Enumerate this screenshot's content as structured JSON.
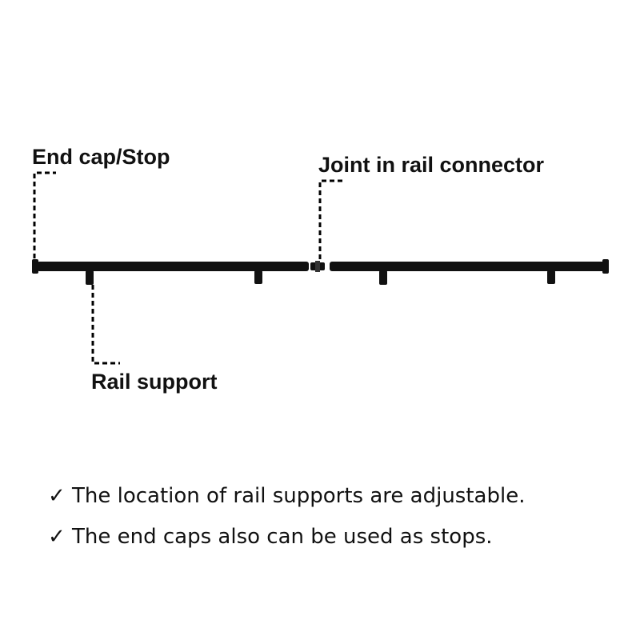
{
  "labels": {
    "end_cap": "End cap/Stop",
    "joint": "Joint in rail connector",
    "rail_support": "Rail support"
  },
  "notes": [
    {
      "icon": "check-icon",
      "symbol": "✓",
      "text": "The location of rail supports are adjustable."
    },
    {
      "icon": "check-icon",
      "symbol": "✓",
      "text": "The end caps also can be used as stops."
    }
  ],
  "colors": {
    "rail": "#111111",
    "leader": "#000000",
    "background": "#ffffff"
  }
}
